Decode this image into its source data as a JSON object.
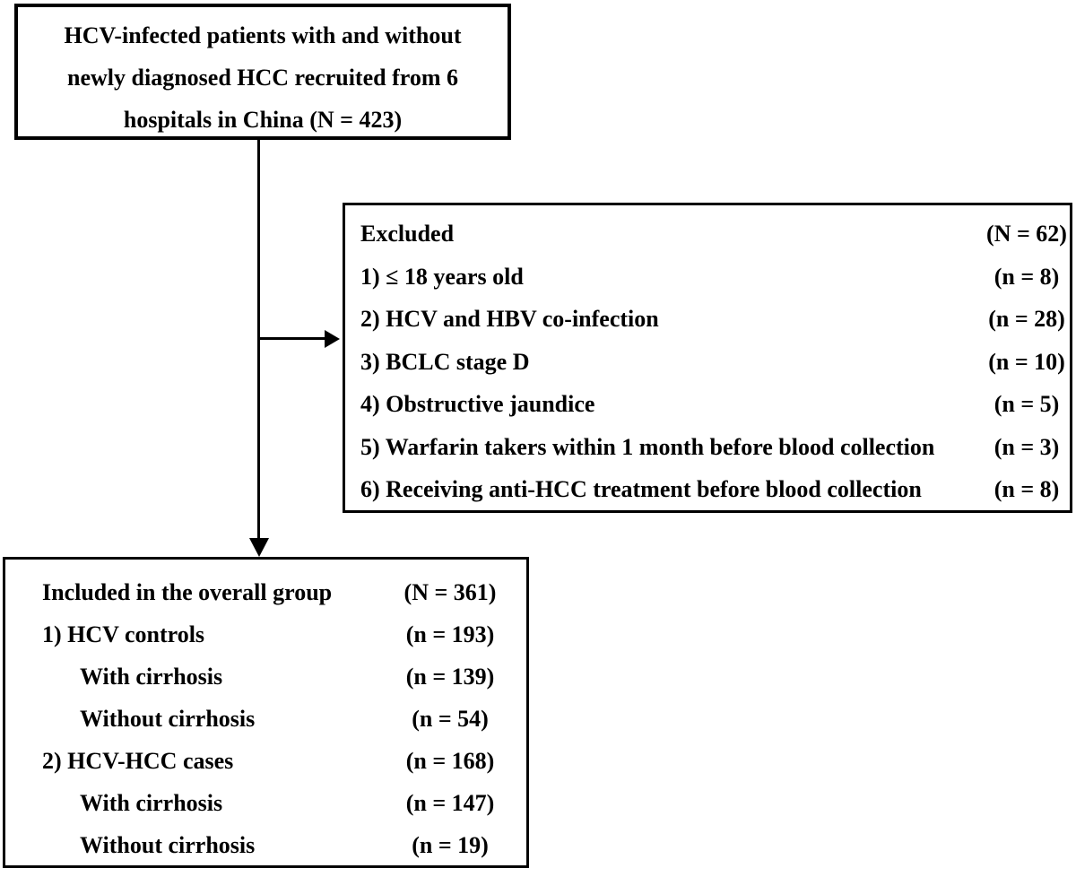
{
  "flowchart": {
    "colors": {
      "background": "#ffffff",
      "text": "#000000",
      "border": "#000000"
    },
    "top_box": {
      "line1": "HCV-infected patients with and without",
      "line2": "newly diagnosed HCC recruited from 6",
      "line3": "hospitals in China (N = 423)"
    },
    "excluded_box": {
      "rows": [
        {
          "label": "Excluded",
          "value": "(N = 62)"
        },
        {
          "label": "1) ≤ 18 years old",
          "value": "(n = 8)"
        },
        {
          "label": "2) HCV and HBV co-infection",
          "value": "(n = 28)"
        },
        {
          "label": "3) BCLC stage D",
          "value": "(n = 10)"
        },
        {
          "label": "4) Obstructive jaundice",
          "value": "(n = 5)"
        },
        {
          "label": "5) Warfarin takers within 1 month before blood collection",
          "value": "(n = 3)"
        },
        {
          "label": "6) Receiving anti-HCC treatment before blood collection",
          "value": "(n = 8)"
        }
      ]
    },
    "included_box": {
      "rows": [
        {
          "label": "Included in the overall group",
          "value": "(N = 361)"
        },
        {
          "label": "1) HCV controls",
          "value": "(n = 193)"
        },
        {
          "label": "With cirrhosis",
          "value": "(n = 139)"
        },
        {
          "label": "Without cirrhosis",
          "value": "(n = 54)"
        },
        {
          "label": "2) HCV-HCC cases",
          "value": "(n = 168)"
        },
        {
          "label": "With cirrhosis",
          "value": "(n = 147)"
        },
        {
          "label": "Without cirrhosis",
          "value": "(n = 19)"
        }
      ]
    }
  }
}
